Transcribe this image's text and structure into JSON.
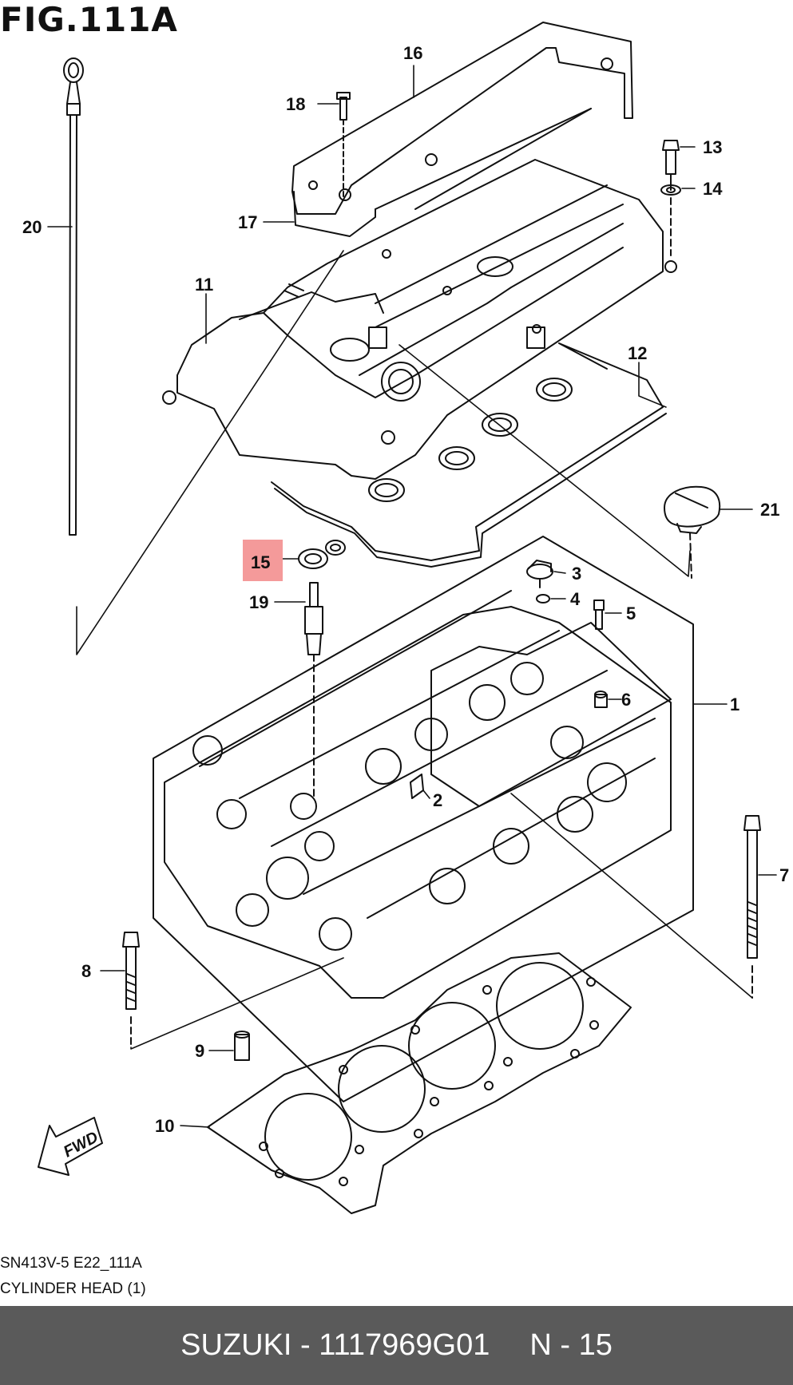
{
  "figure": {
    "title": "FIG.111A"
  },
  "callouts": [
    {
      "id": "1",
      "text": "1"
    },
    {
      "id": "2",
      "text": "2"
    },
    {
      "id": "3",
      "text": "3"
    },
    {
      "id": "4",
      "text": "4"
    },
    {
      "id": "5",
      "text": "5"
    },
    {
      "id": "6",
      "text": "6"
    },
    {
      "id": "7",
      "text": "7"
    },
    {
      "id": "8",
      "text": "8"
    },
    {
      "id": "9",
      "text": "9"
    },
    {
      "id": "10",
      "text": "10"
    },
    {
      "id": "11",
      "text": "11"
    },
    {
      "id": "12",
      "text": "12"
    },
    {
      "id": "13",
      "text": "13"
    },
    {
      "id": "14",
      "text": "14"
    },
    {
      "id": "15",
      "text": "15",
      "highlighted": true
    },
    {
      "id": "16",
      "text": "16"
    },
    {
      "id": "17",
      "text": "17"
    },
    {
      "id": "18",
      "text": "18"
    },
    {
      "id": "19",
      "text": "19"
    },
    {
      "id": "20",
      "text": "20"
    },
    {
      "id": "21",
      "text": "21"
    }
  ],
  "direction_arrow": {
    "label": "FWD"
  },
  "meta": {
    "code": "SN413V-5 E22_111A",
    "caption": "CYLINDER HEAD (1)"
  },
  "footer": {
    "brand_part": "SUZUKI - 1117969G01",
    "page": "N - 15"
  },
  "colors": {
    "highlight": "#f49a9a",
    "footer_bg": "#5a5a5a"
  }
}
